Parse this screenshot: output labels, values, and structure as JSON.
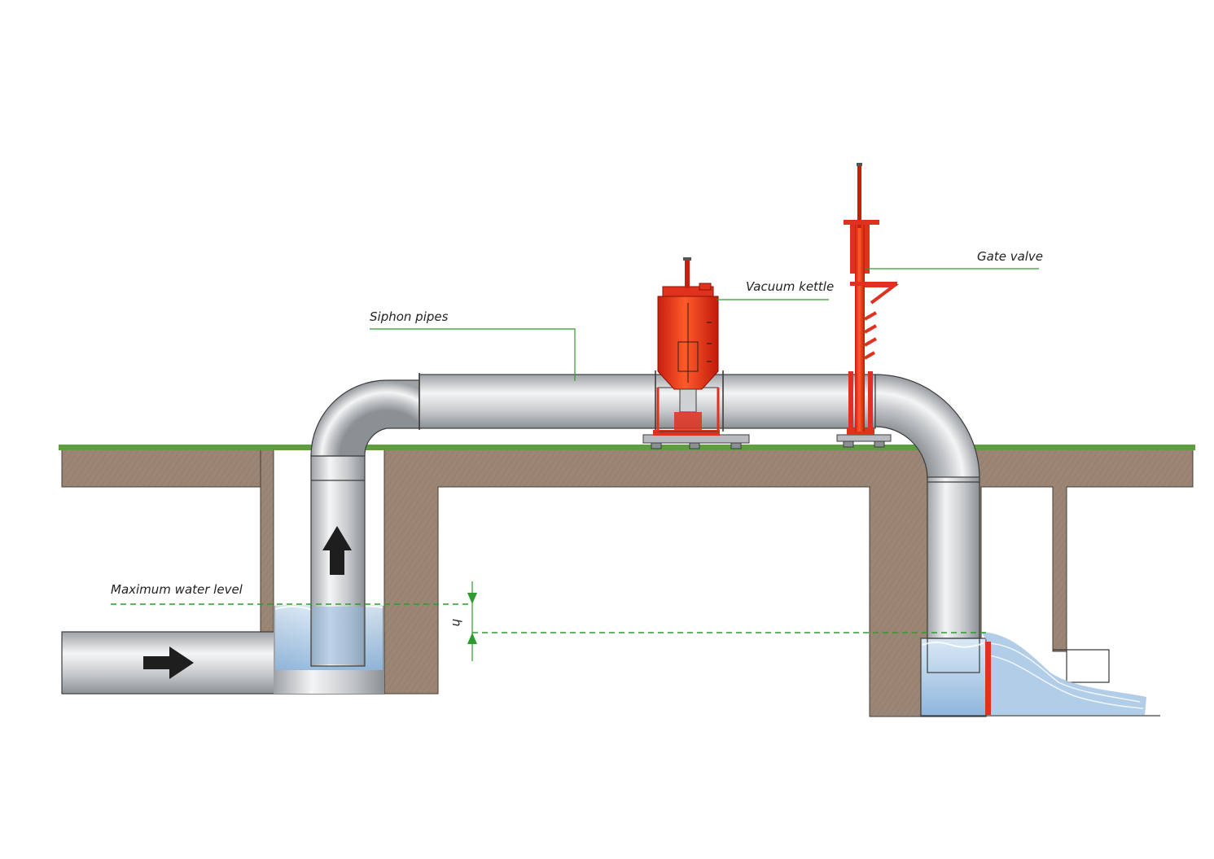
{
  "labels": {
    "siphon_pipes": "Siphon pipes",
    "vacuum_kettle": "Vacuum kettle",
    "gate_valve": "Gate valve",
    "maximum_water_level": "Maximum water level",
    "head_symbol": "h"
  },
  "colors": {
    "soil": "#9b8574",
    "grass": "#5f9e3e",
    "pipe": "#c9ccce",
    "equipment_red": "#e0301e",
    "water": "#a9c8e4",
    "leader_line": "#2e9b2e",
    "arrow": "#1e1e1e"
  },
  "icons": {
    "flow_in": "arrow-right-icon",
    "flow_up": "arrow-up-icon"
  }
}
